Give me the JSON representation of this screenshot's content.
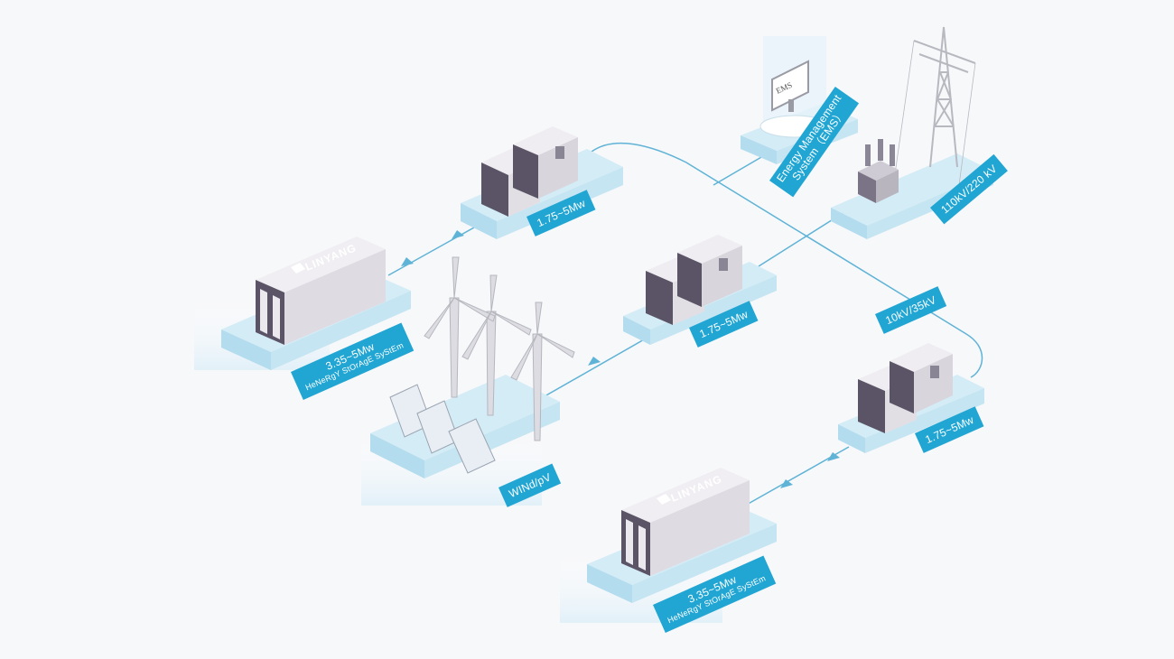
{
  "logo_brand": "LINYANG",
  "monitor_text": "EMS",
  "labels": {
    "pcs_top": "1.75~5Mw",
    "pcs_middle": "1.75~5Mw",
    "pcs_right": "1.75~5Mw",
    "storage_left_power": "3.35~5Mw",
    "storage_left_name": "HeNeRgY StOrAgE SyStEm",
    "storage_bottom_power": "3.35~5Mw",
    "storage_bottom_name": "HeNeRgY StOrAgE SyStEm",
    "wind_pv": "WINd/pV",
    "ems_line1": "Energy Management",
    "ems_line2": "System（EMS）",
    "grid_voltage": "110kV/220 kV",
    "line_voltage": "10kV/35kV"
  },
  "colors": {
    "accent": "#21a5d3",
    "platform_top": "#d4ecf6",
    "platform_side": "#b3dcee",
    "cabinet_dark": "#5a5466",
    "cabinet_light": "#e1dfe4",
    "connector_line": "#5fb3d6"
  }
}
